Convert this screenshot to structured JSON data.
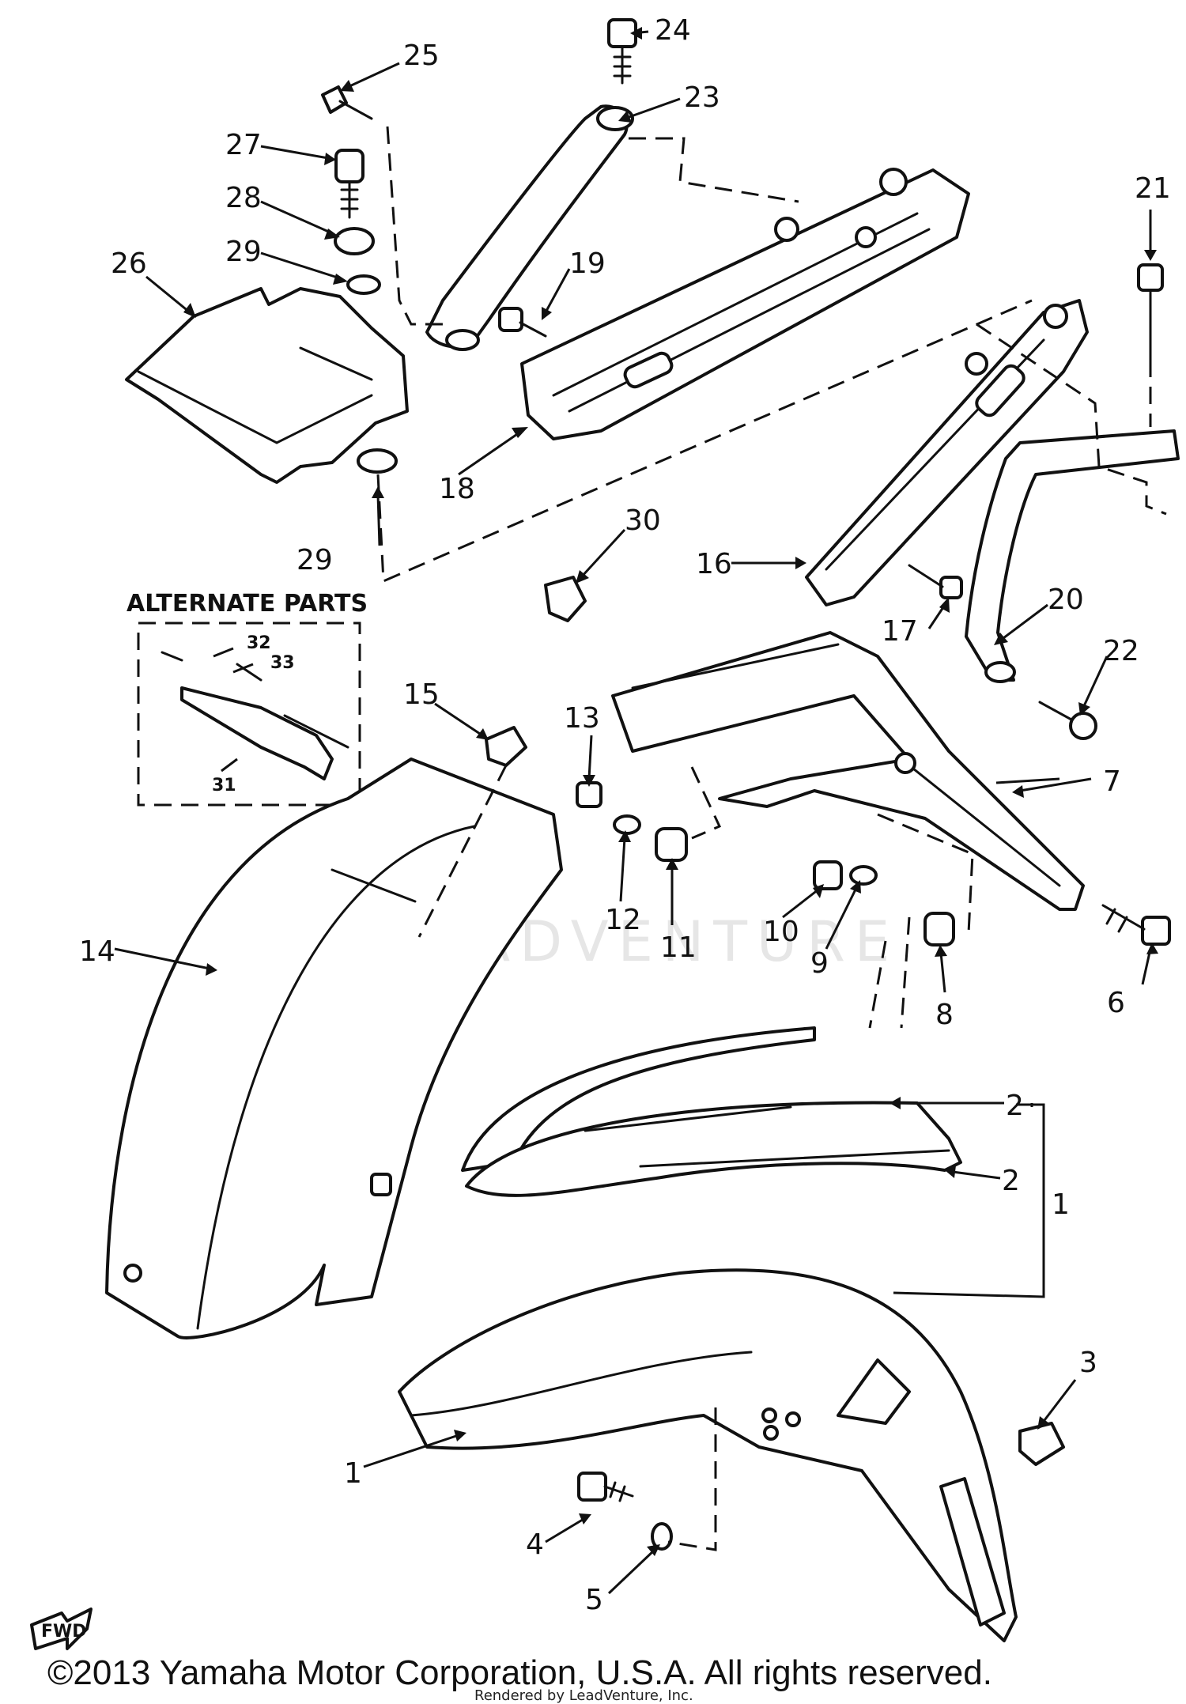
{
  "callouts": {
    "c1a": "1",
    "c1b": "1",
    "c2a": "2",
    "c2b": "2",
    "c3": "3",
    "c4": "4",
    "c5": "5",
    "c6": "6",
    "c7": "7",
    "c8": "8",
    "c9": "9",
    "c10": "10",
    "c11": "11",
    "c12": "12",
    "c13": "13",
    "c14": "14",
    "c15": "15",
    "c16": "16",
    "c17": "17",
    "c18": "18",
    "c19": "19",
    "c20": "20",
    "c21": "21",
    "c22": "22",
    "c23": "23",
    "c24": "24",
    "c25": "25",
    "c26": "26",
    "c27": "27",
    "c28": "28",
    "c29a": "29",
    "c29b": "29",
    "c30": "30",
    "c31": "31",
    "c32": "32",
    "c33": "33"
  },
  "alternate_parts": {
    "title": "ALTERNATE PARTS"
  },
  "fwd_label": "FWD",
  "watermark": "LEADVENTURE",
  "footer": {
    "copyright": "©2013 Yamaha Motor Corporation, U.S.A. All rights reserved.",
    "rendered_by": "Rendered by LeadVenture, Inc."
  }
}
